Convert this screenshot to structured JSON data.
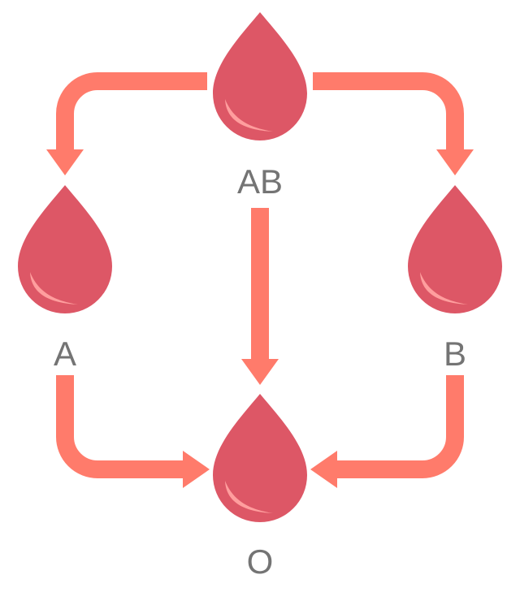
{
  "colors": {
    "drop": "#DD5766",
    "highlight": "#FF9E9E",
    "arrow": "#FF7B6B",
    "label": "#747474",
    "background": "#FFFFFF"
  },
  "diagram": {
    "nodes": {
      "ab": {
        "label": "AB",
        "icon": "blood-drop-icon"
      },
      "a": {
        "label": "A",
        "icon": "blood-drop-icon"
      },
      "b": {
        "label": "B",
        "icon": "blood-drop-icon"
      },
      "o": {
        "label": "O",
        "icon": "blood-drop-icon"
      }
    },
    "edges": [
      {
        "from": "AB",
        "to": "A"
      },
      {
        "from": "AB",
        "to": "B"
      },
      {
        "from": "AB",
        "to": "O"
      },
      {
        "from": "A",
        "to": "O"
      },
      {
        "from": "B",
        "to": "O"
      }
    ]
  }
}
